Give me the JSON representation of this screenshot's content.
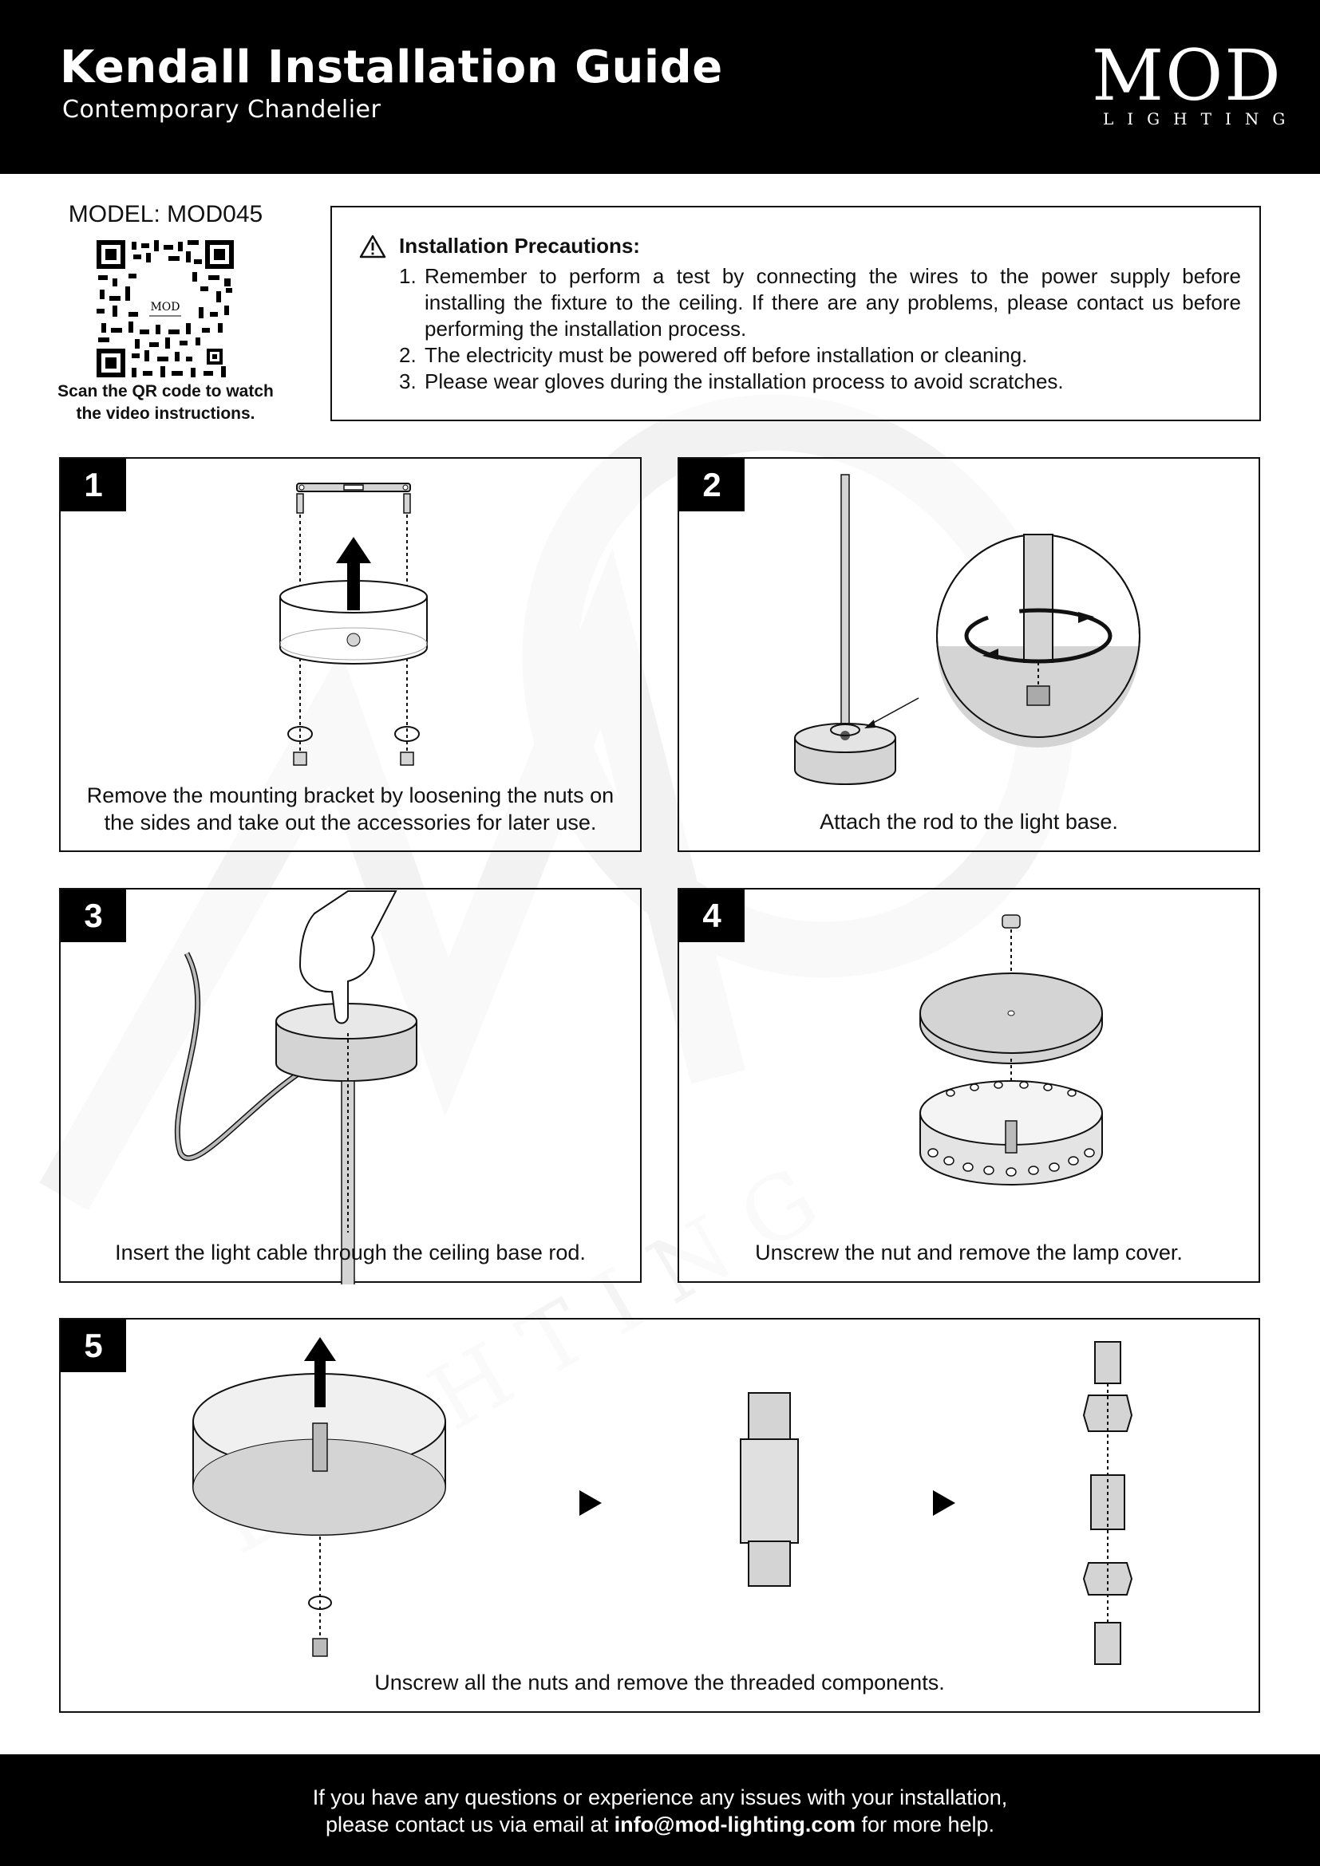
{
  "header": {
    "title": "Kendall Installation Guide",
    "subtitle": "Contemporary Chandelier",
    "logo_main": "MOD",
    "logo_sub": "LIGHTING"
  },
  "model": {
    "label": "MODEL: MOD045",
    "qr_logo": "MOD",
    "scan_text_line1": "Scan the QR code to watch",
    "scan_text_line2": "the video instructions."
  },
  "precautions": {
    "title": "Installation Precautions:",
    "items": [
      {
        "num": "1.",
        "text": "Remember to perform a test by connecting the wires to the power supply before installing the fixture to the ceiling. If there are any problems, please contact us before performing the installation process."
      },
      {
        "num": "2.",
        "text": "The electricity must be powered off before installation or cleaning."
      },
      {
        "num": "3.",
        "text": "Please wear gloves during the installation process to avoid scratches."
      }
    ]
  },
  "steps": [
    {
      "number": "1",
      "caption_line1": "Remove the mounting bracket by loosening the nuts on",
      "caption_line2": "the sides and take out the accessories for later use."
    },
    {
      "number": "2",
      "caption_line1": "Attach the rod to the light base.",
      "caption_line2": ""
    },
    {
      "number": "3",
      "caption_line1": "Insert the light cable through the ceiling base rod.",
      "caption_line2": ""
    },
    {
      "number": "4",
      "caption_line1": "Unscrew the nut and remove the lamp cover.",
      "caption_line2": ""
    },
    {
      "number": "5",
      "caption_line1": "Unscrew all the nuts and remove the threaded components.",
      "caption_line2": ""
    }
  ],
  "footer": {
    "line1": "If you have any questions or experience any issues with your installation,",
    "line2_prefix": "please contact us via email at ",
    "email": "info@mod-lighting.com",
    "line2_suffix": " for more help."
  },
  "colors": {
    "black": "#000000",
    "fixture_gray": "#d4d4d4",
    "line": "#111111"
  },
  "icons": [
    "warning-icon",
    "qr-code",
    "rotate-icon",
    "up-arrow-icon",
    "play-arrow-icon"
  ]
}
